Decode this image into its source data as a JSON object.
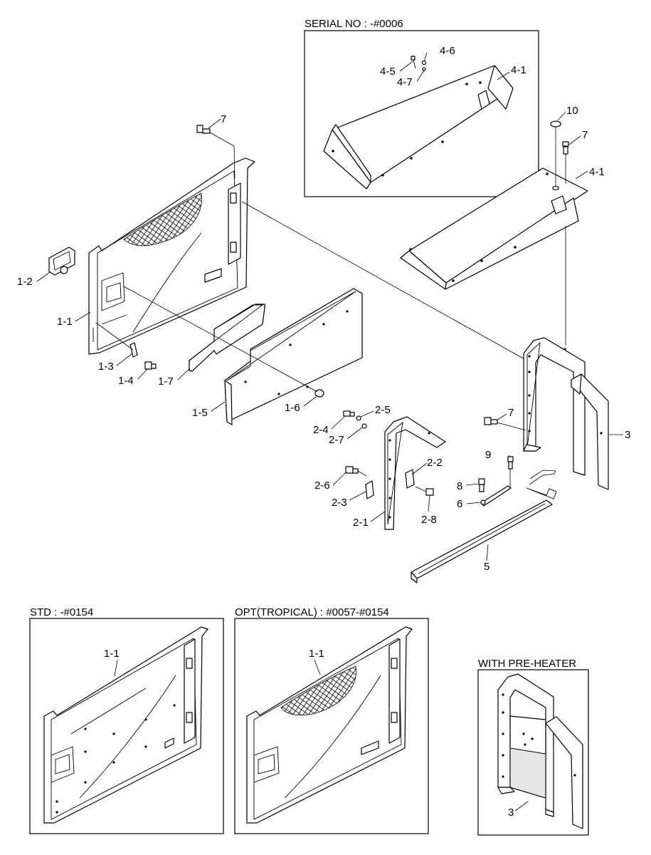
{
  "captions": {
    "serial": "SERIAL NO : -#0006",
    "std": "STD : -#0154",
    "opt": "OPT(TROPICAL) : #0057-#0154",
    "preheater": "WITH PRE-HEATER"
  },
  "parts": [
    {
      "id": "4-6",
      "label": "4-6"
    },
    {
      "id": "4-5",
      "label": "4-5"
    },
    {
      "id": "4-7",
      "label": "4-7"
    },
    {
      "id": "4-1-serial",
      "label": "4-1"
    },
    {
      "id": "10",
      "label": "10"
    },
    {
      "id": "7-right",
      "label": "7"
    },
    {
      "id": "4-1",
      "label": "4-1"
    },
    {
      "id": "7-top",
      "label": "7"
    },
    {
      "id": "1-2",
      "label": "1-2"
    },
    {
      "id": "1-1",
      "label": "1-1"
    },
    {
      "id": "1-3",
      "label": "1-3"
    },
    {
      "id": "1-4",
      "label": "1-4"
    },
    {
      "id": "1-7",
      "label": "1-7"
    },
    {
      "id": "1-5",
      "label": "1-5"
    },
    {
      "id": "1-6",
      "label": "1-6"
    },
    {
      "id": "2-5",
      "label": "2-5"
    },
    {
      "id": "2-4",
      "label": "2-4"
    },
    {
      "id": "2-7",
      "label": "2-7"
    },
    {
      "id": "2-2",
      "label": "2-2"
    },
    {
      "id": "2-6",
      "label": "2-6"
    },
    {
      "id": "2-3",
      "label": "2-3"
    },
    {
      "id": "2-8",
      "label": "2-8"
    },
    {
      "id": "2-1",
      "label": "2-1"
    },
    {
      "id": "7-mid",
      "label": "7"
    },
    {
      "id": "3",
      "label": "3"
    },
    {
      "id": "9",
      "label": "9"
    },
    {
      "id": "8",
      "label": "8"
    },
    {
      "id": "6",
      "label": "6"
    },
    {
      "id": "5",
      "label": "5"
    },
    {
      "id": "1-1-std",
      "label": "1-1"
    },
    {
      "id": "1-1-opt",
      "label": "1-1"
    },
    {
      "id": "3-preheater",
      "label": "3"
    }
  ]
}
